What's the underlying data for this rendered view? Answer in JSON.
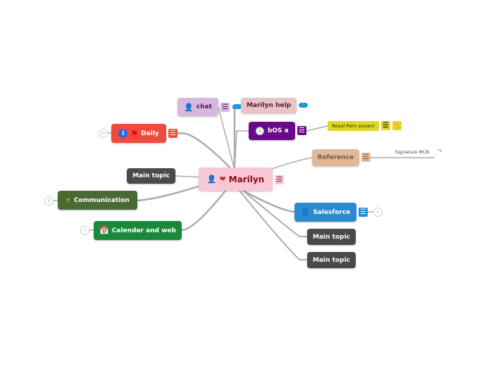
{
  "central": {
    "label": "Marilyn",
    "icons": [
      "user-icon",
      "heart-icon"
    ]
  },
  "topics": {
    "chat": {
      "label": "chat",
      "icon": "user-icon"
    },
    "marilyn_help": {
      "label": "Marilyn help",
      "icon": "salesforce-cloud-icon"
    },
    "bos": {
      "label": "bOS a",
      "icon": "clock-icon"
    },
    "royal_palm": {
      "label": "Royal Palm project"
    },
    "reference": {
      "label": "Reference"
    },
    "signature": {
      "label": "Signature MCB",
      "icon": "link-icon"
    },
    "daily": {
      "label": "Daily",
      "icons": [
        "info-icon",
        "flag-icon"
      ],
      "count": "20"
    },
    "main_left": {
      "label": "Main topic"
    },
    "communication": {
      "label": "Communication",
      "icon": "lightning-icon",
      "count": "8"
    },
    "calendar": {
      "label": "Calendar and web",
      "icon": "calendar-icon",
      "count": "7"
    },
    "salesforce": {
      "label": "Salesforce",
      "icon": "user-icon",
      "count": "2"
    },
    "main_right_1": {
      "label": "Main topic"
    },
    "main_right_2": {
      "label": "Main topic"
    }
  },
  "glyphs": {
    "note": "☰",
    "user": "👤",
    "heart": "❤",
    "clock": "🕓",
    "info": "i",
    "flag": "⚑",
    "lightning": "⚡",
    "calendar": "📅",
    "link": "⤷",
    "hand": "✋"
  },
  "colors": {
    "central": "#f8c8d4",
    "chat": "#d9b8df",
    "help": "#e8c4c8",
    "bos": "#6a0a8a",
    "royal": "#e0d820",
    "reference": "#e0b898",
    "daily": "#f04a3c",
    "dark": "#4a4a4a",
    "communication": "#4a6a34",
    "calendar": "#1a8a3a",
    "salesforce": "#2a8ad0"
  }
}
